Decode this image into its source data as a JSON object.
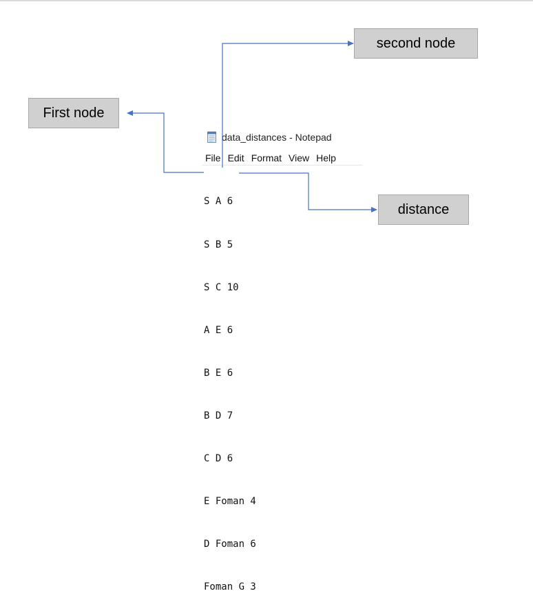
{
  "annotations": {
    "first_node": "First node",
    "second_node": "second node",
    "distance": "distance"
  },
  "notepad": {
    "title": "data_distances - Notepad",
    "menu": [
      "File",
      "Edit",
      "Format",
      "View",
      "Help"
    ],
    "lines": [
      "S A 6",
      "S B 5",
      "S C 10",
      "A E 6",
      "B E 6",
      "B D 7",
      "C D 6",
      "E Foman 4",
      "D Foman 6",
      "Foman G 3"
    ]
  },
  "colors": {
    "arrow": "#4472c4",
    "label_fill": "#d0d0d0",
    "label_border": "#a6a6a6"
  },
  "icons": {
    "notepad": "notepad-icon"
  }
}
